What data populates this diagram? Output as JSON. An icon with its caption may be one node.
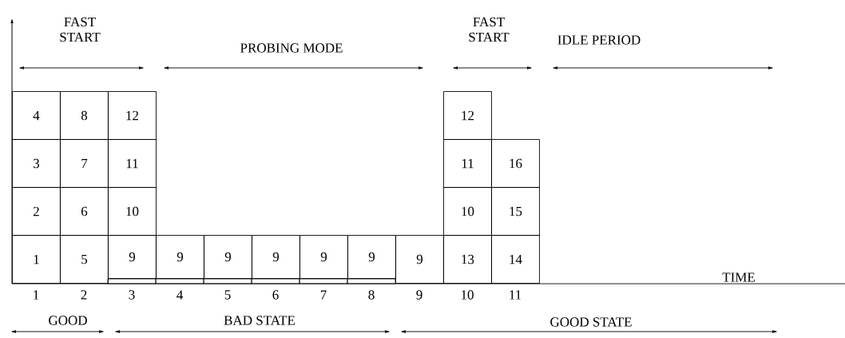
{
  "diagram": {
    "nodes": [
      {
        "text": [
          "4"
        ]
      },
      {
        "text": [
          "8"
        ]
      },
      {
        "text": [
          "12"
        ]
      },
      {
        "text": [
          "12"
        ]
      },
      {
        "text": [
          "3"
        ]
      },
      {
        "text": [
          "7"
        ]
      },
      {
        "text": [
          "11"
        ]
      },
      {
        "text": [
          "11"
        ]
      },
      {
        "text": [
          "16"
        ]
      },
      {
        "text": [
          "2"
        ]
      },
      {
        "text": [
          "6"
        ]
      },
      {
        "text": [
          "10"
        ]
      },
      {
        "text": [
          "10"
        ]
      },
      {
        "text": [
          "15"
        ]
      },
      {
        "text": [
          "1"
        ]
      },
      {
        "text": [
          "5"
        ]
      },
      {
        "text": [
          "9"
        ]
      },
      {
        "text": [
          "9"
        ]
      },
      {
        "text": [
          "9"
        ]
      },
      {
        "text": [
          "9"
        ]
      },
      {
        "text": [
          "9"
        ]
      },
      {
        "text": [
          "9"
        ]
      },
      {
        "text": [
          "9"
        ]
      },
      {
        "text": [
          "13"
        ]
      },
      {
        "text": [
          "14"
        ]
      }
    ],
    "labels": [
      "FAST START",
      "PROBING MODE",
      "FAST START",
      "IDLE PERIOD",
      "TIME",
      "1",
      "2",
      "3",
      "4",
      "5",
      "6",
      "7",
      "8",
      "9",
      "10",
      "11",
      "GOOD",
      "BAD STATE",
      "GOOD STATE"
    ]
  }
}
